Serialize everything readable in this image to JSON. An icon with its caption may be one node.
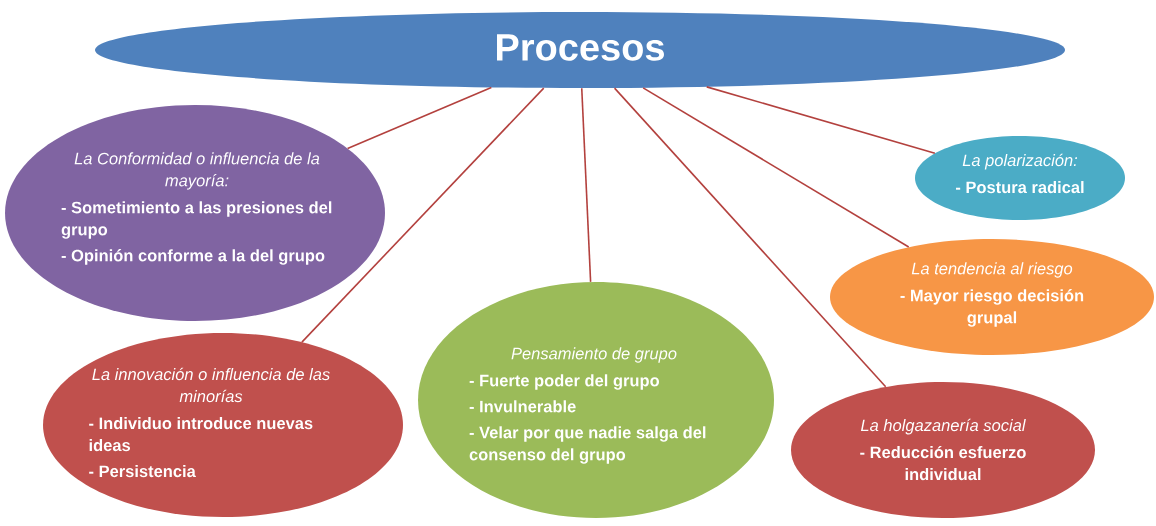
{
  "diagram": {
    "nodes": [
      {
        "text": [
          "Procesos"
        ]
      },
      {
        "text": [
          "La Conformidad o influencia de la mayoría:",
          "- Sometimiento a las presiones del grupo",
          "- Opinión conforme a la del grupo"
        ]
      },
      {
        "text": [
          "La polarización:",
          "- Postura radical"
        ]
      },
      {
        "text": [
          "La tendencia al riesgo",
          "- Mayor riesgo decisión grupal"
        ]
      },
      {
        "text": [
          "La innovación o influencia de las minorías",
          "- Individuo introduce nuevas ideas",
          "- Persistencia"
        ]
      },
      {
        "text": [
          "Pensamiento de grupo",
          "- Fuerte poder del grupo",
          "- Invulnerable",
          "- Velar por que nadie salga del consenso del grupo"
        ]
      },
      {
        "text": [
          "La holgazanería social",
          "- Reducción esfuerzo individual"
        ]
      }
    ],
    "edges": [
      {
        "from": 0,
        "to": 1,
        "arrow": "none"
      },
      {
        "from": 0,
        "to": 2,
        "arrow": "none"
      },
      {
        "from": 0,
        "to": 3,
        "arrow": "none"
      },
      {
        "from": 0,
        "to": 4,
        "arrow": "none"
      },
      {
        "from": 0,
        "to": 5,
        "arrow": "none"
      },
      {
        "from": 0,
        "to": 6,
        "arrow": "none"
      }
    ]
  }
}
